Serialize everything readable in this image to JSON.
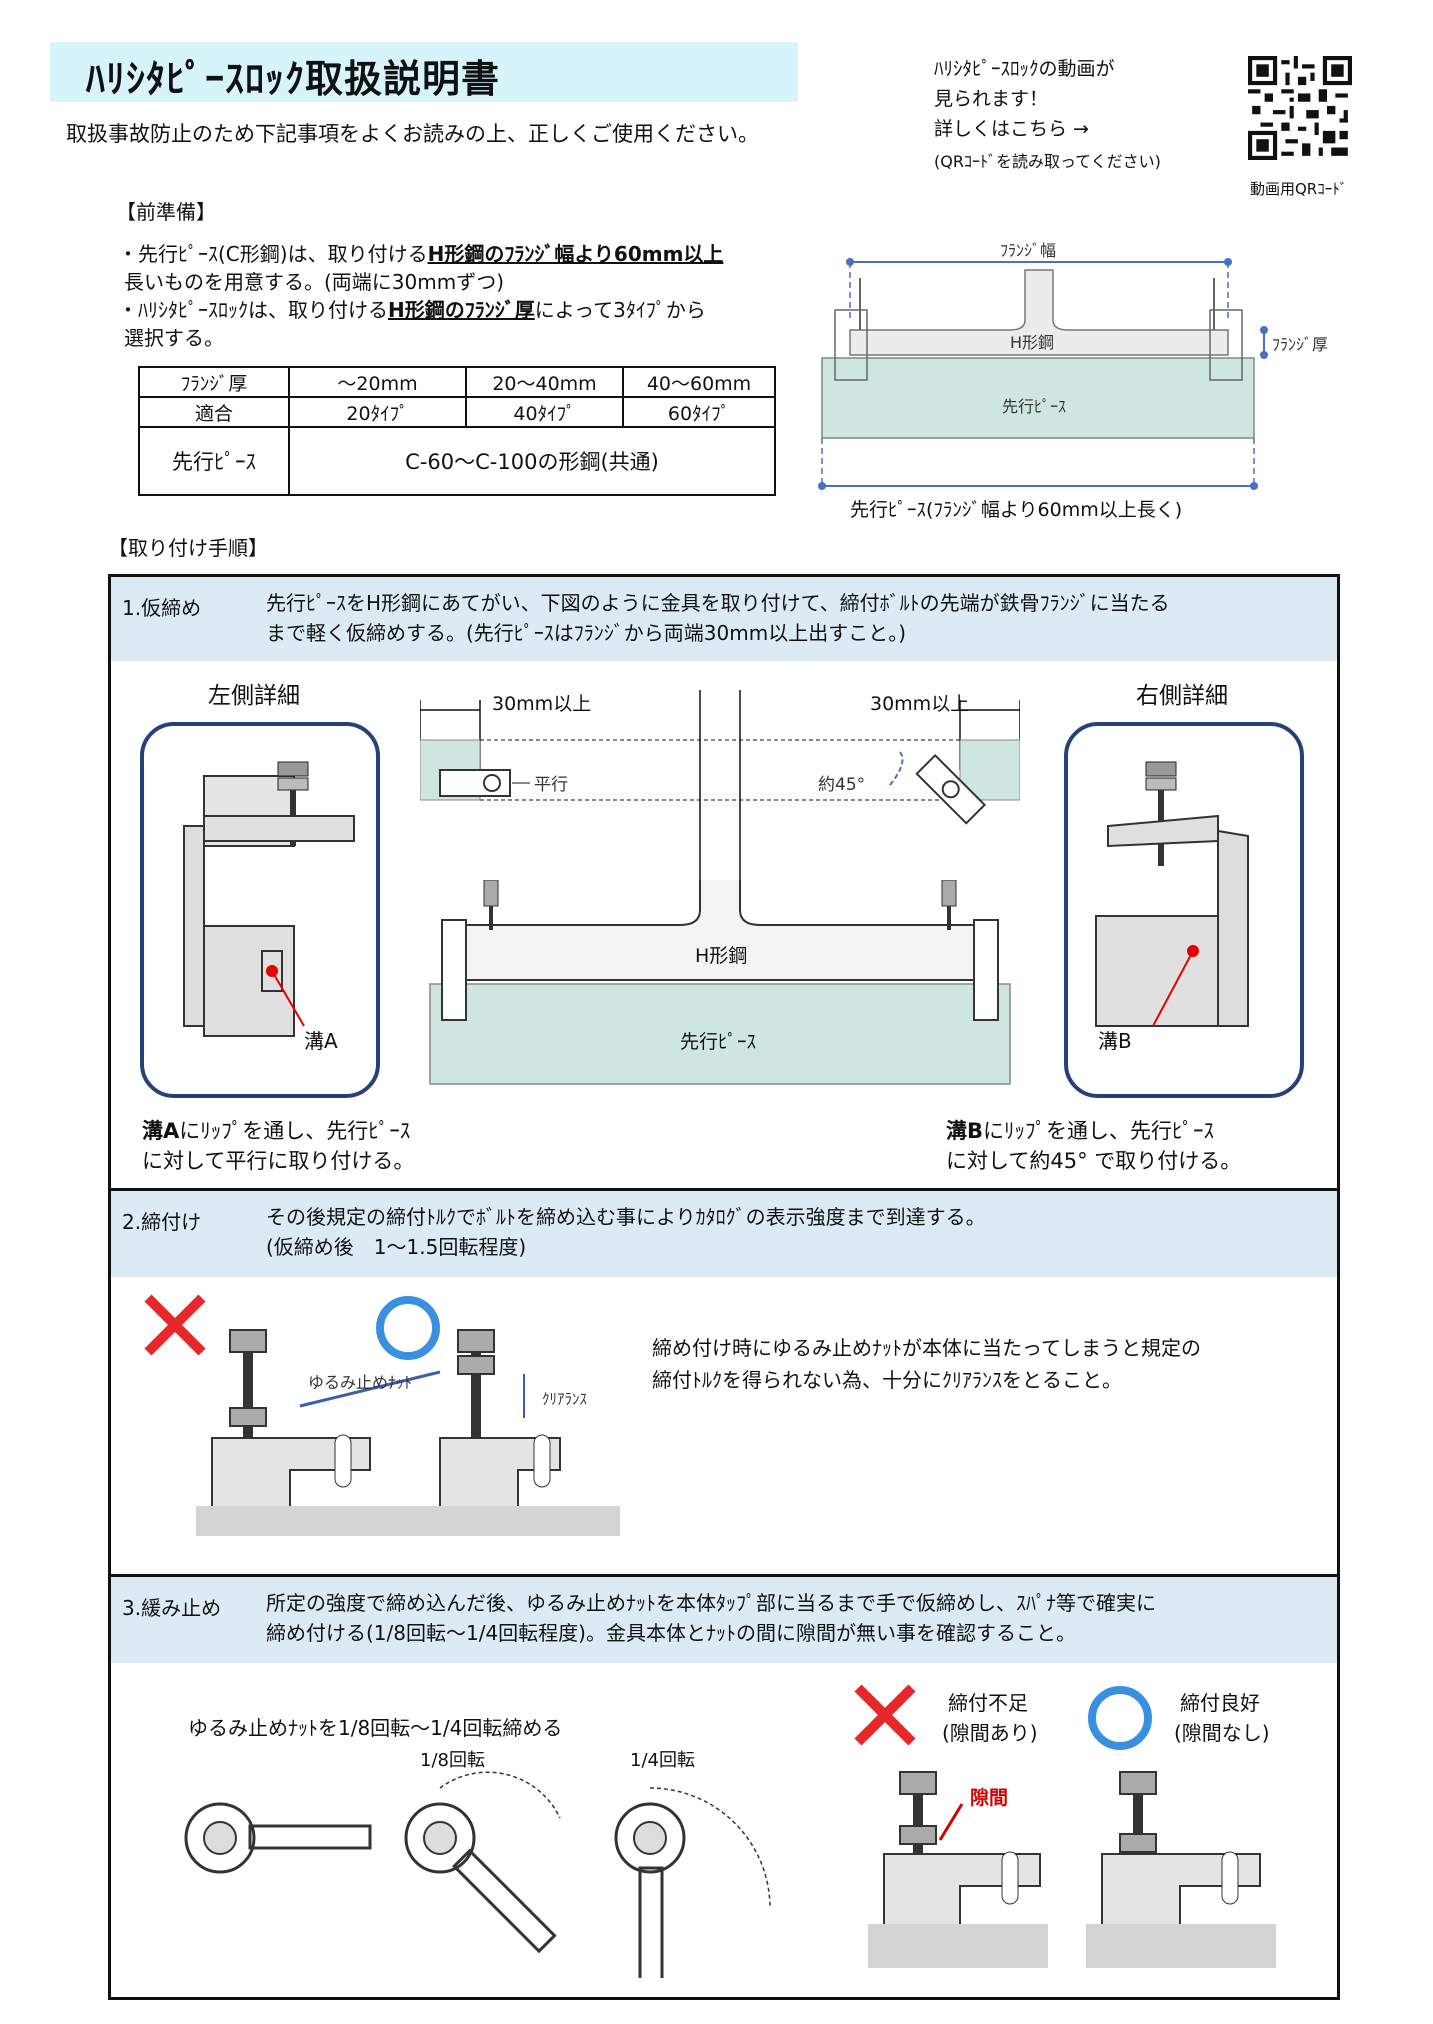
{
  "header": {
    "title": "ﾊﾘｼﾀﾋﾟｰｽﾛｯｸ取扱説明書",
    "intro": "取扱事故防止のため下記事項をよくお読みの上、正しくご使用ください。",
    "video_lines": [
      "ﾊﾘｼﾀﾋﾟｰｽﾛｯｸの動画が",
      "見られます！",
      "詳しくはこちら →"
    ],
    "video_sub": "(QRｺｰﾄﾞを読み取ってください)",
    "qr_caption": "動画用QRｺｰﾄﾞ"
  },
  "prep": {
    "heading": "【前準備】",
    "line1_a": "・先行ﾋﾟｰｽ(C形鋼)は、取り付ける",
    "line1_b": "H形鋼のﾌﾗﾝｼﾞ幅より60mm以上",
    "line2": "長いものを用意する。(両端に30mmずつ)",
    "line3_a": "・ﾊﾘｼﾀﾋﾟｰｽﾛｯｸは、取り付ける",
    "line3_b": "H形鋼のﾌﾗﾝｼﾞ厚",
    "line3_c": "によって3ﾀｲﾌﾟから",
    "line4": "選択する。",
    "table": {
      "row1": [
        "ﾌﾗﾝｼﾞ厚",
        "～20mm",
        "20～40mm",
        "40～60mm"
      ],
      "row2": [
        "適合",
        "20ﾀｲﾌﾟ",
        "40ﾀｲﾌﾟ",
        "60ﾀｲﾌﾟ"
      ],
      "row3": [
        "先行ﾋﾟｰｽ",
        "C-60～C-100の形鋼(共通)"
      ]
    },
    "figure": {
      "flange_width": "ﾌﾗﾝｼﾞ幅",
      "h_beam": "H形鋼",
      "flange_thickness": "ﾌﾗﾝｼﾞ厚",
      "piece": "先行ﾋﾟｰｽ",
      "caption": "先行ﾋﾟｰｽ(ﾌﾗﾝｼﾞ幅より60mm以上長く)"
    }
  },
  "procedure": {
    "heading": "【取り付け手順】",
    "step1": {
      "label": "1.仮締め",
      "text1": "先行ﾋﾟｰｽをH形鋼にあてがい、下図のように金具を取り付けて、締付ﾎﾞﾙﾄの先端が鉄骨ﾌﾗﾝｼﾞに当たる",
      "text2": "まで軽く仮締めする。(先行ﾋﾟｰｽはﾌﾗﾝｼﾞから両端30mm以上出すこと。)",
      "left_title": "左側詳細",
      "right_title": "右側詳細",
      "dim_left": "30mm以上",
      "dim_right": "30mm以上",
      "parallel": "平行",
      "angle": "約45°",
      "h_beam": "H形鋼",
      "piece": "先行ﾋﾟｰｽ",
      "groove_a": "溝A",
      "groove_b": "溝B",
      "cap_left_bold": "溝A",
      "cap_left_1": "にﾘｯﾌﾟを通し、先行ﾋﾟｰｽ",
      "cap_left_2": "に対して平行に取り付ける。",
      "cap_right_bold": "溝B",
      "cap_right_1": "にﾘｯﾌﾟを通し、先行ﾋﾟｰｽ",
      "cap_right_2": "に対して約45° で取り付ける。"
    },
    "step2": {
      "label": "2.締付け",
      "text1": "その後規定の締付ﾄﾙｸでﾎﾞﾙﾄを締め込む事によりｶﾀﾛｸﾞの表示強度まで到達する。",
      "text2": "(仮締め後　1～1.5回転程度)",
      "lock_nut": "ゆるみ止めﾅｯﾄ",
      "clearance": "ｸﾘｱﾗﾝｽ",
      "note1": "締め付け時にゆるみ止めﾅｯﾄが本体に当たってしまうと規定の",
      "note2": "締付ﾄﾙｸを得られない為、十分にｸﾘｱﾗﾝｽをとること。"
    },
    "step3": {
      "label": "3.緩み止め",
      "text1": "所定の強度で締め込んだ後、ゆるみ止めﾅｯﾄを本体ﾀｯﾌﾟ部に当るまで手で仮締めし、ｽﾊﾟﾅ等で確実に",
      "text2": "締め付ける(1/8回転～1/4回転程度)。金具本体とﾅｯﾄの間に隙間が無い事を確認すること。",
      "wrench_title": "ゆるみ止めﾅｯﾄを1/8回転～1/4回転締める",
      "eighth": "1/8回転",
      "quarter": "1/4回転",
      "bad_1": "締付不足",
      "bad_2": "(隙間あり)",
      "good_1": "締付良好",
      "good_2": "(隙間なし)",
      "gap": "隙間"
    }
  },
  "colors": {
    "title_band": "#d7f4fa",
    "step_band": "#dcebf3",
    "detail_border": "#26407a",
    "cross": "#e8272a",
    "circle": "#3b8fe0",
    "piece_fill": "#cfe6e0",
    "dim_line": "#4a6fc4"
  }
}
